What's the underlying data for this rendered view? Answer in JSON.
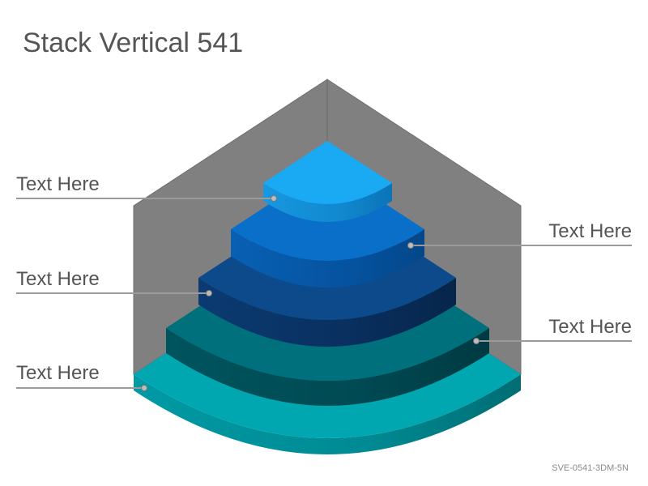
{
  "title": "Stack Vertical 541",
  "footer_code": "SVE-0541-3DM-5N",
  "colors": {
    "backdrop": "#808080",
    "tier1_top": "#1aa9f3",
    "tier2_top": "#0a6fc9",
    "tier3_top": "#0d4a8c",
    "tier4_top": "#00707d",
    "tier5_top": "#00a7b1",
    "label_line": "#9a9a9a"
  },
  "labels": [
    {
      "text": "Text Here"
    },
    {
      "text": "Text Here"
    },
    {
      "text": "Text Here"
    },
    {
      "text": "Text Here"
    },
    {
      "text": "Text Here"
    }
  ]
}
